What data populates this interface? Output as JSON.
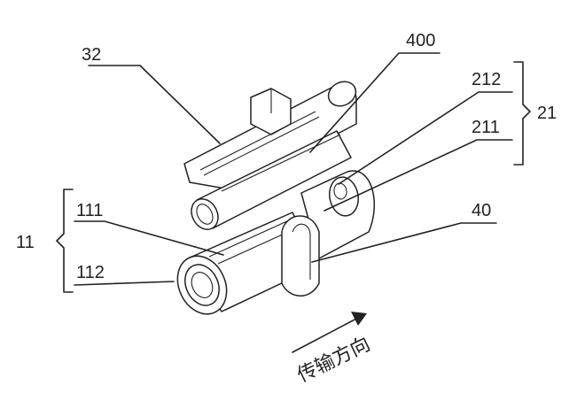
{
  "labels": {
    "part_32": "32",
    "part_400": "400",
    "part_212": "212",
    "part_211": "211",
    "group_21": "21",
    "part_111": "111",
    "part_112": "112",
    "group_11": "11",
    "part_40": "40"
  },
  "direction_text": "传输方向"
}
